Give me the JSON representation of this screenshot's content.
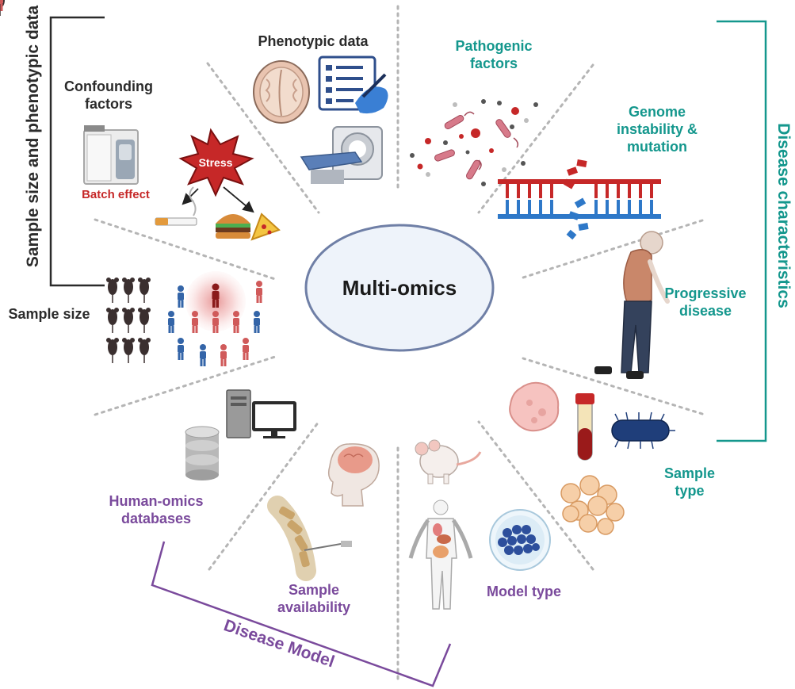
{
  "center": {
    "label": "Multi-omics"
  },
  "groups": {
    "left": "Sample size and phenotypic data",
    "right": "Disease characteristics",
    "bottom": "Disease Model"
  },
  "sectors": {
    "phenotypic": "Phenotypic data",
    "confounding": {
      "line1": "Confounding",
      "line2": "factors"
    },
    "pathogenic": {
      "line1": "Pathogenic",
      "line2": "factors"
    },
    "genome": {
      "line1": "Genome",
      "line2": "instability &",
      "line3": "mutation"
    },
    "progressive": {
      "line1": "Progressive",
      "line2": "disease"
    },
    "sample_type": {
      "line1": "Sample",
      "line2": "type"
    },
    "model_type": "Model type",
    "sample_availability": {
      "line1": "Sample",
      "line2": "availability"
    },
    "databases": {
      "line1": "Human-omics",
      "line2": "databases"
    },
    "sample_size": "Sample size"
  },
  "annotations": {
    "stress": "Stress",
    "batch_effect": "Batch effect"
  },
  "colors": {
    "dark": "#2b2b2b",
    "teal": "#14978d",
    "purple": "#7a4a9c",
    "divider": "#b5b5b5",
    "ellipse_fill": "#eef3fa",
    "ellipse_stroke": "#6f7fa6"
  }
}
